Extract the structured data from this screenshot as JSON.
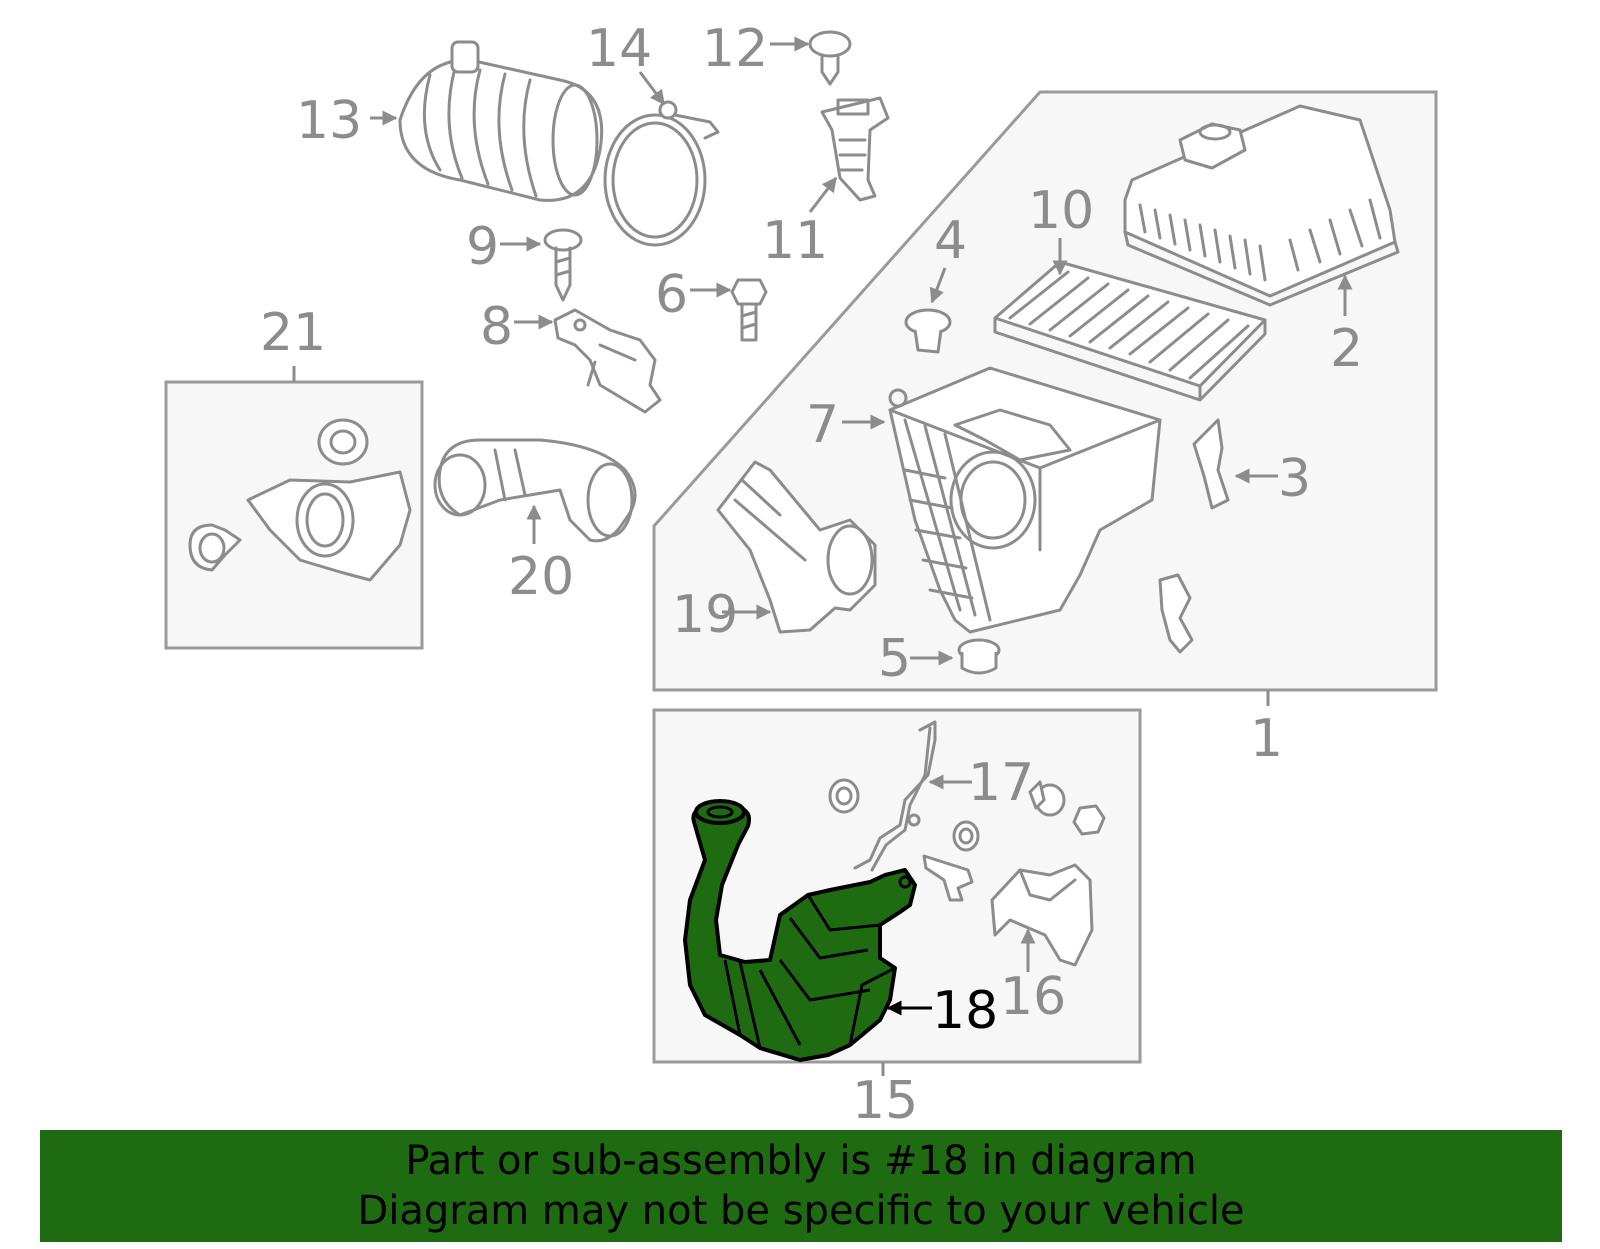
{
  "diagram": {
    "callouts": [
      "1",
      "2",
      "3",
      "4",
      "5",
      "6",
      "7",
      "8",
      "9",
      "10",
      "11",
      "12",
      "13",
      "14",
      "15",
      "16",
      "17",
      "18",
      "19",
      "20",
      "21"
    ],
    "highlighted_part": "18",
    "highlight_color": "#1e6b12",
    "part_line_color": "#8c8c8c"
  },
  "banner": {
    "line1": "Part or sub-assembly is #18 in diagram",
    "line2": "Diagram may not be specific to your vehicle",
    "background": "#1e6b12"
  }
}
